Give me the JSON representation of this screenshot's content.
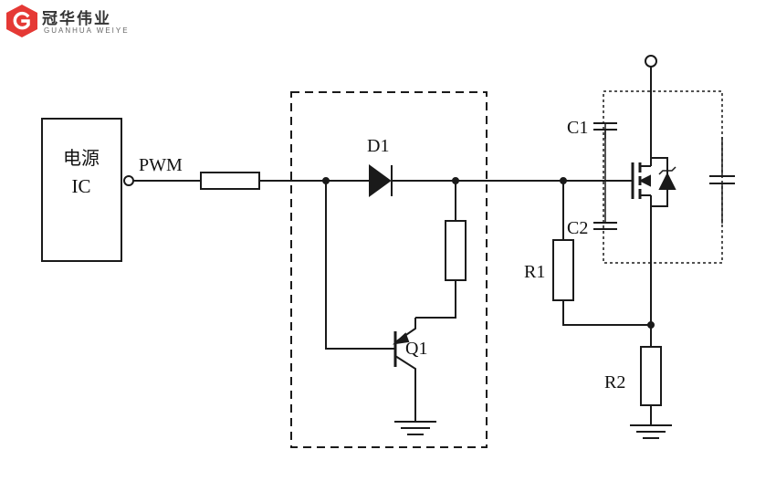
{
  "logo": {
    "chinese": "冠华伟业",
    "english": "GUANHUA WEIYE",
    "mark": "G",
    "color": "#e53935"
  },
  "labels": {
    "ic_line1": "电源",
    "ic_line2": "IC",
    "pwm": "PWM",
    "d1": "D1",
    "q1": "Q1",
    "c1": "C1",
    "c2": "C2",
    "r1": "R1",
    "r2": "R2"
  },
  "colors": {
    "line": "#1a1a1a",
    "background": "#ffffff"
  }
}
